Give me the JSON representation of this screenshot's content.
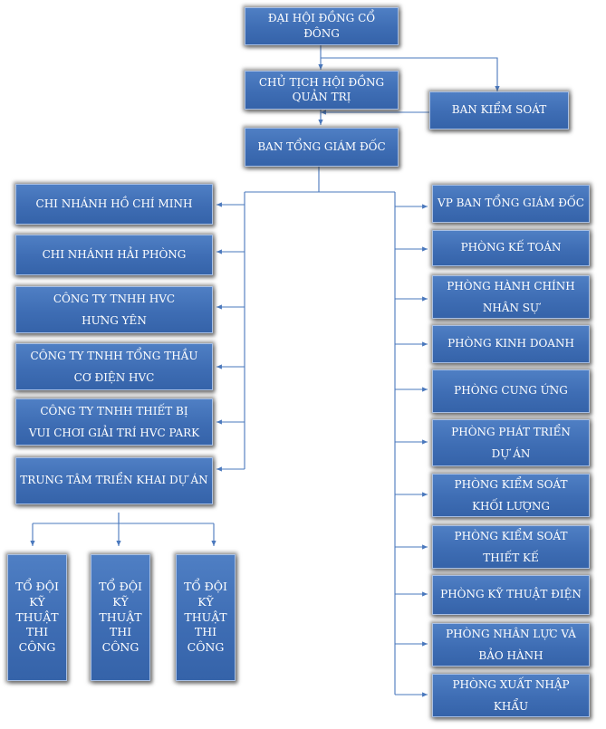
{
  "top": {
    "shareholders": "ĐẠI HỘI ĐỒNG  CỔ ĐÔNG",
    "board_chair": "CHỦ TỊCH HỘI ĐỒNG\nQUẢN TRỊ",
    "supervisory": "BAN KIỂM SOÁT",
    "ceo": "BAN TỔNG GIÁM ĐỐC"
  },
  "left_units": [
    "CHI NHÁNH HỒ CHÍ MINH",
    "CHI NHÁNH HẢI PHÒNG",
    "CÔNG TY TNHH HVC\nHƯNG YÊN",
    "CÔNG TY TNHH TỔNG THẦU\nCƠ ĐIỆN HVC",
    "CÔNG TY TNHH THIẾT BỊ\nVUI CHƠI GIẢI TRÍ HVC PARK",
    "TRUNG TÂM TRIỂN KHAI DỰ ÁN"
  ],
  "teams": [
    "TỔ ĐỘI\nKỸ\nTHUẬT\nTHI\nCÔNG",
    "TỔ ĐỘI\nKỸ\nTHUẬT\nTHI\nCÔNG",
    "TỔ ĐỘI\nKỸ\nTHUẬT\nTHI\nCÔNG"
  ],
  "right_departments": [
    "VP BAN TỔNG GIÁM ĐỐC",
    "PHÒNG KẾ TOÁN",
    "PHÒNG HÀNH CHÍNH\nNHÂN SỰ",
    "PHÒNG KINH DOANH",
    "PHÒNG CUNG ỨNG",
    "PHÒNG PHÁT TRIỂN\nDỰ ÁN",
    "PHÒNG KIỂM SOÁT\nKHỐI LƯỢNG",
    "PHÒNG KIỂM SOÁT\nTHIẾT KẾ",
    "PHÒNG KỸ THUẬT ĐIỆN",
    "PHÒNG NHÂN LỰC VÀ\nBẢO HÀNH",
    "PHÒNG XUẤT NHẬP\nKHẨU"
  ],
  "colors": {
    "box_fill": "#3e6db4",
    "connector": "#4a78bd",
    "text": "#ffffff"
  }
}
